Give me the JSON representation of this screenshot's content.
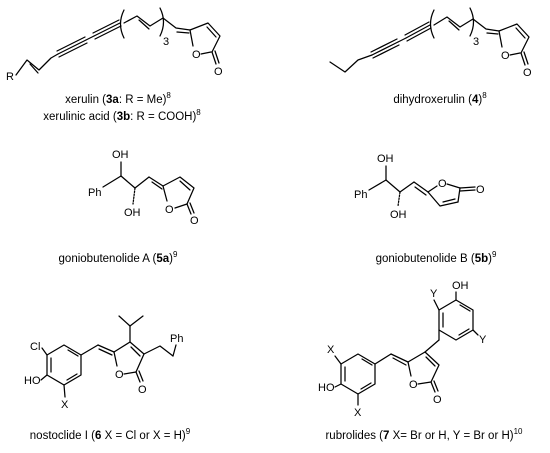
{
  "captions": {
    "xerulin": {
      "name": "xerulin (",
      "num": "3a",
      "rest": ": R = Me)",
      "ref": "8"
    },
    "xerulinic": {
      "name": "xerulinic acid (",
      "num": "3b",
      "rest": ": R = COOH)",
      "ref": "8"
    },
    "dihydroxerulin": {
      "name": "dihydroxerulin (",
      "num": "4",
      "rest": ")",
      "ref": "8"
    },
    "goniobutenolide_a": {
      "name": "goniobutenolide A (",
      "num": "5a",
      "rest": ")",
      "ref": "9"
    },
    "goniobutenolide_b": {
      "name": "goniobutenolide B (",
      "num": "5b",
      "rest": ")",
      "ref": "9"
    },
    "nostoclide": {
      "name": "nostoclide I (",
      "num": "6",
      "rest": " X = Cl or X = H)",
      "ref": "9"
    },
    "rubrolides": {
      "name": "rubrolides (",
      "num": "7",
      "rest": " X= Br or H, Y = Br or H)",
      "ref": "10"
    }
  },
  "atoms": {
    "r": "R",
    "subscript_3": "3",
    "o": "O",
    "oh": "OH",
    "ph": "Ph",
    "ho": "HO",
    "cl": "Cl",
    "x": "X",
    "y": "Y"
  }
}
